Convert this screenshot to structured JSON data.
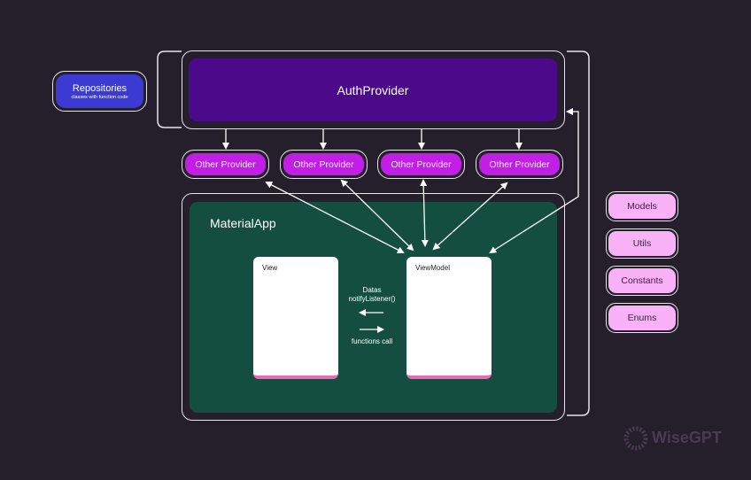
{
  "repositories": {
    "title": "Repositories",
    "subtitle": "classes with function code"
  },
  "auth_provider": "AuthProvider",
  "providers": [
    "Other Provider",
    "Other Provider",
    "Other Provider",
    "Other Provider"
  ],
  "material_app": "MaterialApp",
  "view": "View",
  "view_model": "ViewModel",
  "flow": {
    "data_label": "Datas",
    "notify_label": "notifyListener()",
    "call_label": "functions call"
  },
  "side_boxes": [
    "Models",
    "Utils",
    "Constants",
    "Enums"
  ],
  "watermark": "WiseGPT",
  "colors": {
    "background": "#241f2a",
    "auth": "#4a0a8a",
    "provider": "#c11ee6",
    "material": "#134e40",
    "side": "#f9b1f7",
    "repositories": "#3b3bd4"
  }
}
